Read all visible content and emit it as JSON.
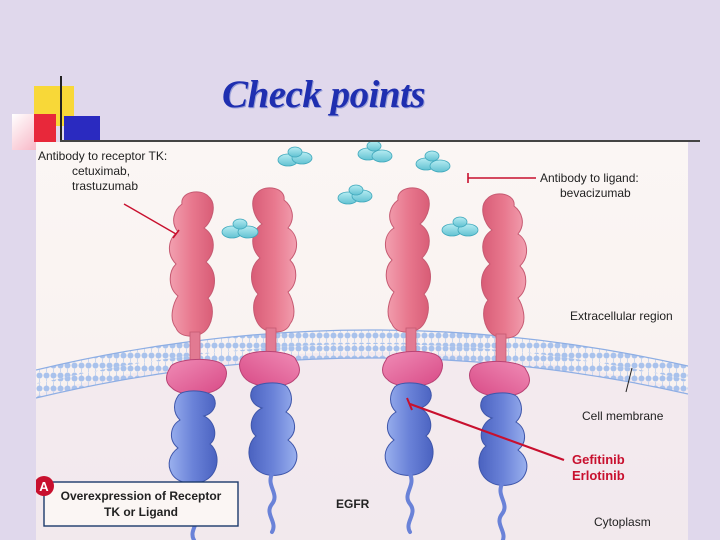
{
  "slide": {
    "title": "Check points",
    "accent_colors": {
      "yellow": "#f8d838",
      "red": "#e8283a",
      "blue": "#2a2ac0",
      "pink": "#f49bb0"
    }
  },
  "diagram": {
    "labels": {
      "antibody_receptor": [
        "Antibody to receptor TK:",
        "cetuximab,",
        "trastuzumab"
      ],
      "antibody_ligand": [
        "Antibody to ligand:",
        "bevacizumab"
      ],
      "extracellular": "Extracellular region",
      "cell_membrane": "Cell membrane",
      "gefitinib": "Gefitinib",
      "erlotinib": "Erlotinib",
      "egfr": "EGFR",
      "cytoplasm": "Cytoplasm",
      "panel_letter": "A",
      "panel_caption": [
        "Overexpression of Receptor",
        "TK or Ligand"
      ]
    },
    "colors": {
      "background": "#fbf6f4",
      "extracellular_domain": "#e87890",
      "juxtamembrane": "#e05a90",
      "kinase_domain": "#6a82d8",
      "ligand": "#7ed0dc",
      "membrane_head": "#9bb8e6",
      "inhibitor_line": "#c8102e"
    }
  }
}
